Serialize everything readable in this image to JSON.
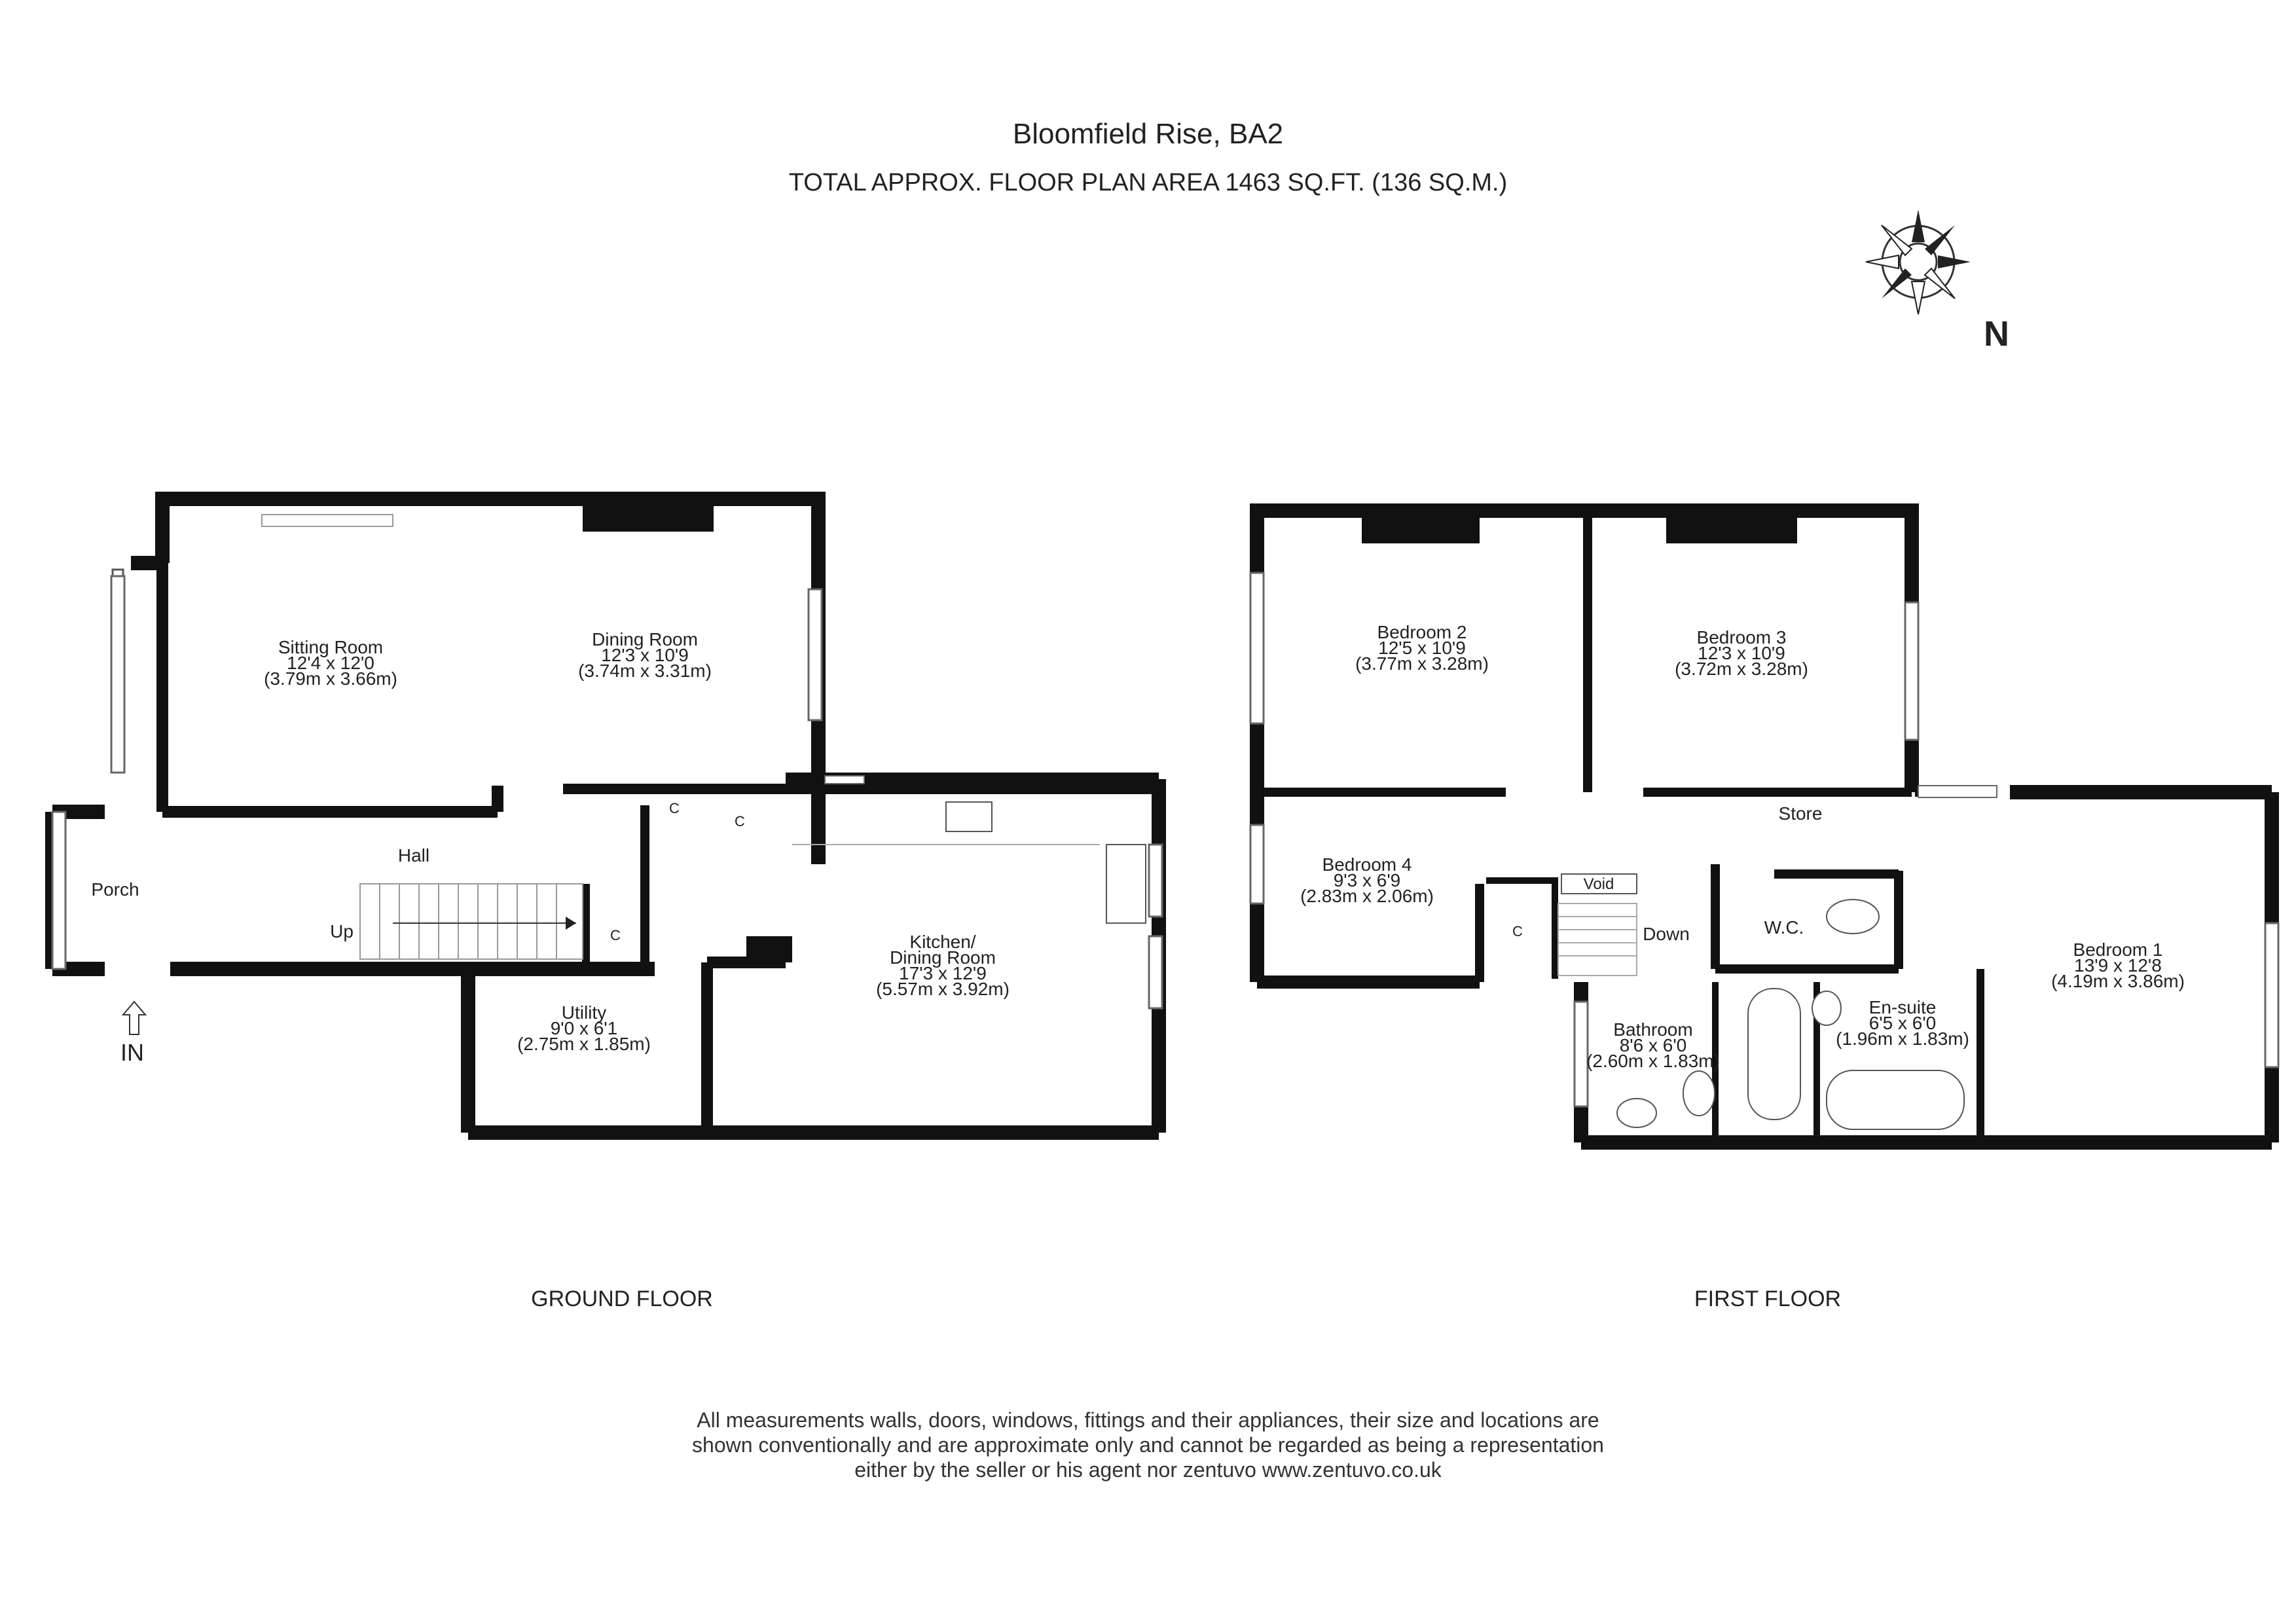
{
  "header": {
    "title": "Bloomfield Rise, BA2",
    "subtitle": "TOTAL APPROX. FLOOR PLAN AREA 1463 SQ.FT. (136 SQ.M.)"
  },
  "compass": {
    "north_label": "N"
  },
  "ground_floor": {
    "label": "GROUND FLOOR",
    "entrance_label": "IN",
    "stair_label": "Up",
    "cupboard_label": "C",
    "rooms": [
      {
        "name": "Sitting Room",
        "imperial": "12'4 x 12'0",
        "metric": "(3.79m x 3.66m)"
      },
      {
        "name": "Dining Room",
        "imperial": "12'3 x 10'9",
        "metric": "(3.74m x 3.31m)"
      },
      {
        "name": "Hall"
      },
      {
        "name": "Porch"
      },
      {
        "name": "Kitchen/",
        "name2": "Dining Room",
        "imperial": "17'3 x 12'9",
        "metric": "(5.57m x 3.92m)"
      },
      {
        "name": "Utility",
        "imperial": "9'0 x 6'1",
        "metric": "(2.75m x 1.85m)"
      }
    ]
  },
  "first_floor": {
    "label": "FIRST FLOOR",
    "stair_label": "Down",
    "void_label": "Void",
    "cupboard_label": "C",
    "rooms": [
      {
        "name": "Bedroom 2",
        "imperial": "12'5 x 10'9",
        "metric": "(3.77m x 3.28m)"
      },
      {
        "name": "Bedroom 3",
        "imperial": "12'3 x 10'9",
        "metric": "(3.72m x 3.28m)"
      },
      {
        "name": "Bedroom 4",
        "imperial": "9'3 x 6'9",
        "metric": "(2.83m x 2.06m)"
      },
      {
        "name": "Store"
      },
      {
        "name": "W.C."
      },
      {
        "name": "Bedroom 1",
        "imperial": "13'9 x 12'8",
        "metric": "(4.19m x 3.86m)"
      },
      {
        "name": "Bathroom",
        "imperial": "8'6 x 6'0",
        "metric": "(2.60m x 1.83m)"
      },
      {
        "name": "En-suite",
        "imperial": "6'5 x 6'0",
        "metric": "(1.96m x 1.83m)"
      }
    ]
  },
  "disclaimer": [
    "All measurements walls, doors, windows, fittings and their appliances, their size and locations are",
    "shown conventionally and are approximate only and cannot be regarded as being a representation",
    "either by the seller or his agent nor zentuvo www.zentuvo.co.uk"
  ]
}
